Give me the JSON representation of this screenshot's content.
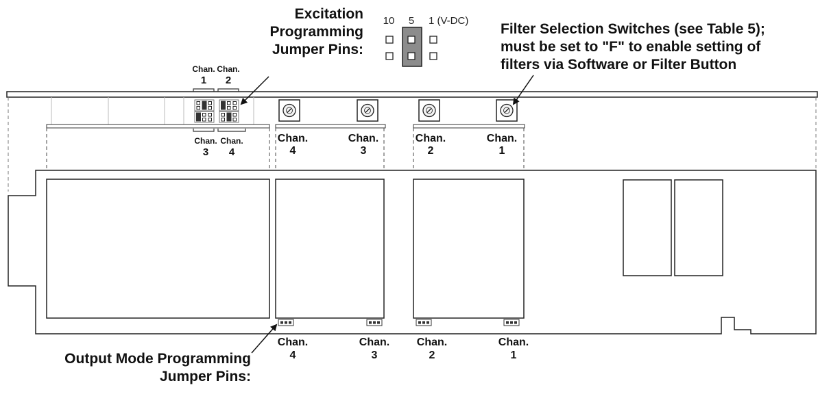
{
  "excitation": {
    "title_lines": [
      "Excitation",
      "Programming",
      "Jumper Pins:"
    ],
    "voltage_labels": [
      "10",
      "5",
      "1 (V-DC)"
    ]
  },
  "filter_switches": {
    "lines": [
      "Filter Selection Switches (see Table 5);",
      "must be set to \"F\" to enable setting of",
      "filters via Software or Filter Button"
    ]
  },
  "output_mode": {
    "lines": [
      "Output Mode Programming",
      "Jumper Pins:"
    ]
  },
  "jumper_block": {
    "top_labels": [
      {
        "word": "Chan.",
        "num": "1"
      },
      {
        "word": "Chan.",
        "num": "2"
      }
    ],
    "bottom_labels": [
      {
        "word": "Chan.",
        "num": "3"
      },
      {
        "word": "Chan.",
        "num": "4"
      }
    ]
  },
  "filter_channel_labels": [
    {
      "word": "Chan.",
      "num": "4"
    },
    {
      "word": "Chan.",
      "num": "3"
    },
    {
      "word": "Chan.",
      "num": "2"
    },
    {
      "word": "Chan.",
      "num": "1"
    }
  ],
  "output_channel_labels": [
    {
      "word": "Chan.",
      "num": "4"
    },
    {
      "word": "Chan.",
      "num": "3"
    },
    {
      "word": "Chan.",
      "num": "2"
    },
    {
      "word": "Chan.",
      "num": "1"
    }
  ]
}
